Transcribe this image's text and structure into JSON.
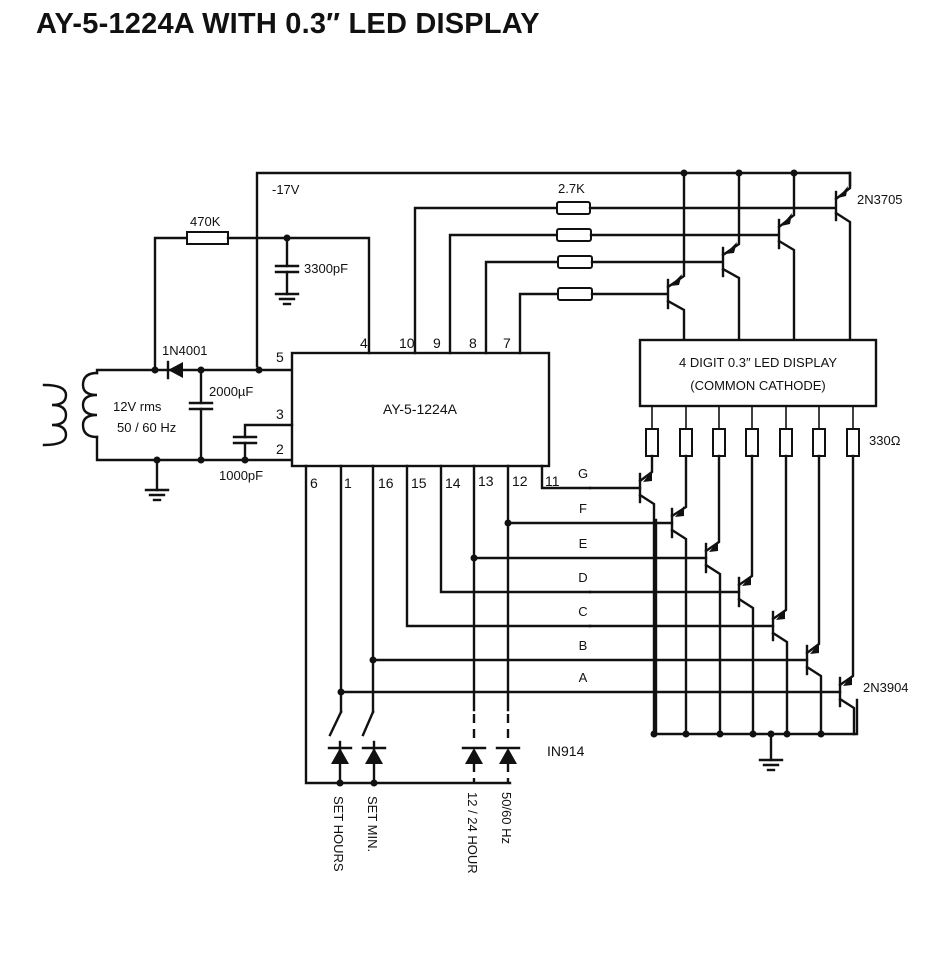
{
  "title": "AY-5-1224A WITH 0.3″ LED DISPLAY",
  "ic": {
    "name": "AY-5-1224A",
    "pins_top": [
      "4",
      "10",
      "9",
      "8",
      "7"
    ],
    "pins_left": [
      "5",
      "3",
      "2"
    ],
    "pins_bottom": [
      "6",
      "1",
      "16",
      "15",
      "14",
      "13",
      "12",
      "11"
    ]
  },
  "display": {
    "line1": "4 DIGIT 0.3″ LED DISPLAY",
    "line2": "(COMMON CATHODE)"
  },
  "power": {
    "supply_label": "-17V",
    "transformer_line1": "12V rms",
    "transformer_line2": "50 / 60 Hz",
    "rectifier_diode": "1N4001",
    "filter_cap": "2000µF",
    "osc_resistor": "470K",
    "osc_cap": "3300pF",
    "pin23_cap": "1000pF"
  },
  "digit_drivers": {
    "resistor_value": "2.7K",
    "transistor": "2N3705"
  },
  "segment_drivers": {
    "resistor_value": "330Ω",
    "transistor": "2N3904",
    "segments": [
      "G",
      "F",
      "E",
      "D",
      "C",
      "B",
      "A"
    ]
  },
  "inputs": {
    "diode": "IN914",
    "labels": [
      "SET HOURS",
      "SET MIN.",
      "12 / 24 HOUR",
      "50/60 Hz"
    ]
  }
}
